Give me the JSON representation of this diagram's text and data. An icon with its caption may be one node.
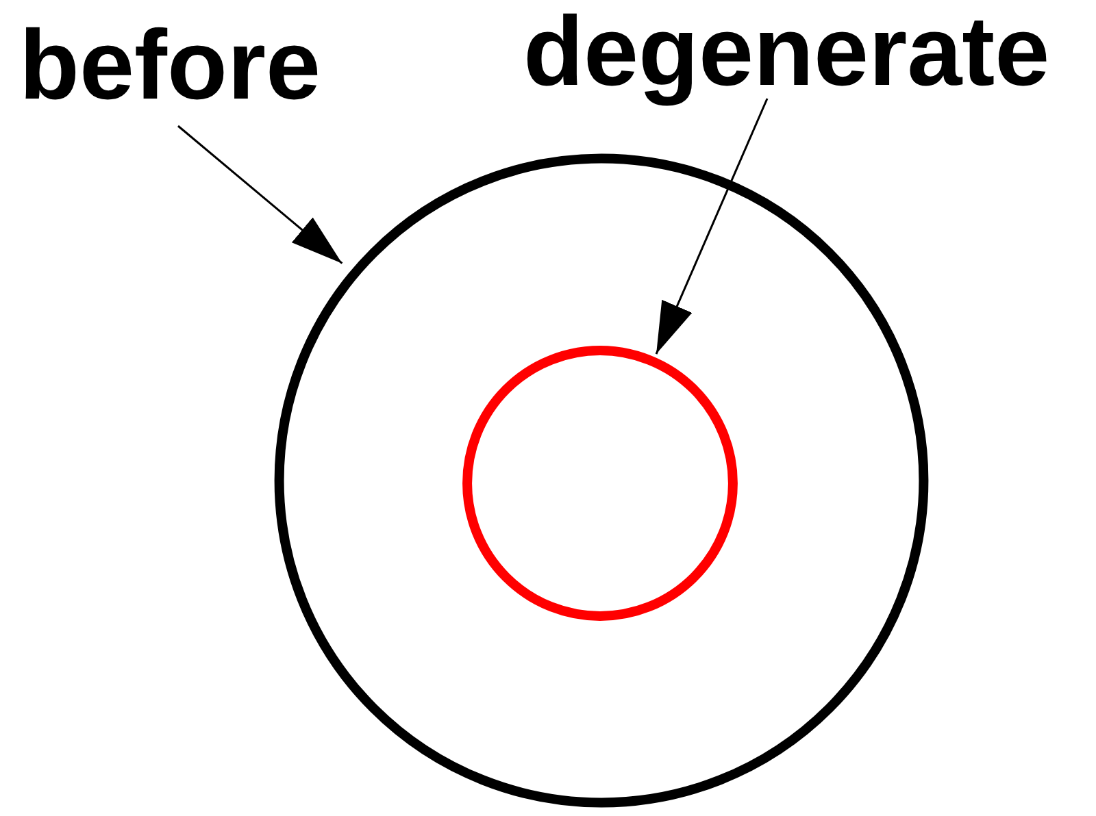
{
  "diagram": {
    "nodes": [
      {
        "text": [
          "before"
        ]
      },
      {
        "text": [
          "degenerate"
        ]
      },
      {
        "text": [],
        "shape": "circle"
      },
      {
        "text": [],
        "shape": "circle",
        "in": 2
      }
    ],
    "edges": [
      {
        "from": 0,
        "to": 2,
        "arrow": "to"
      },
      {
        "from": 1,
        "to": 3,
        "arrow": "to"
      }
    ]
  }
}
